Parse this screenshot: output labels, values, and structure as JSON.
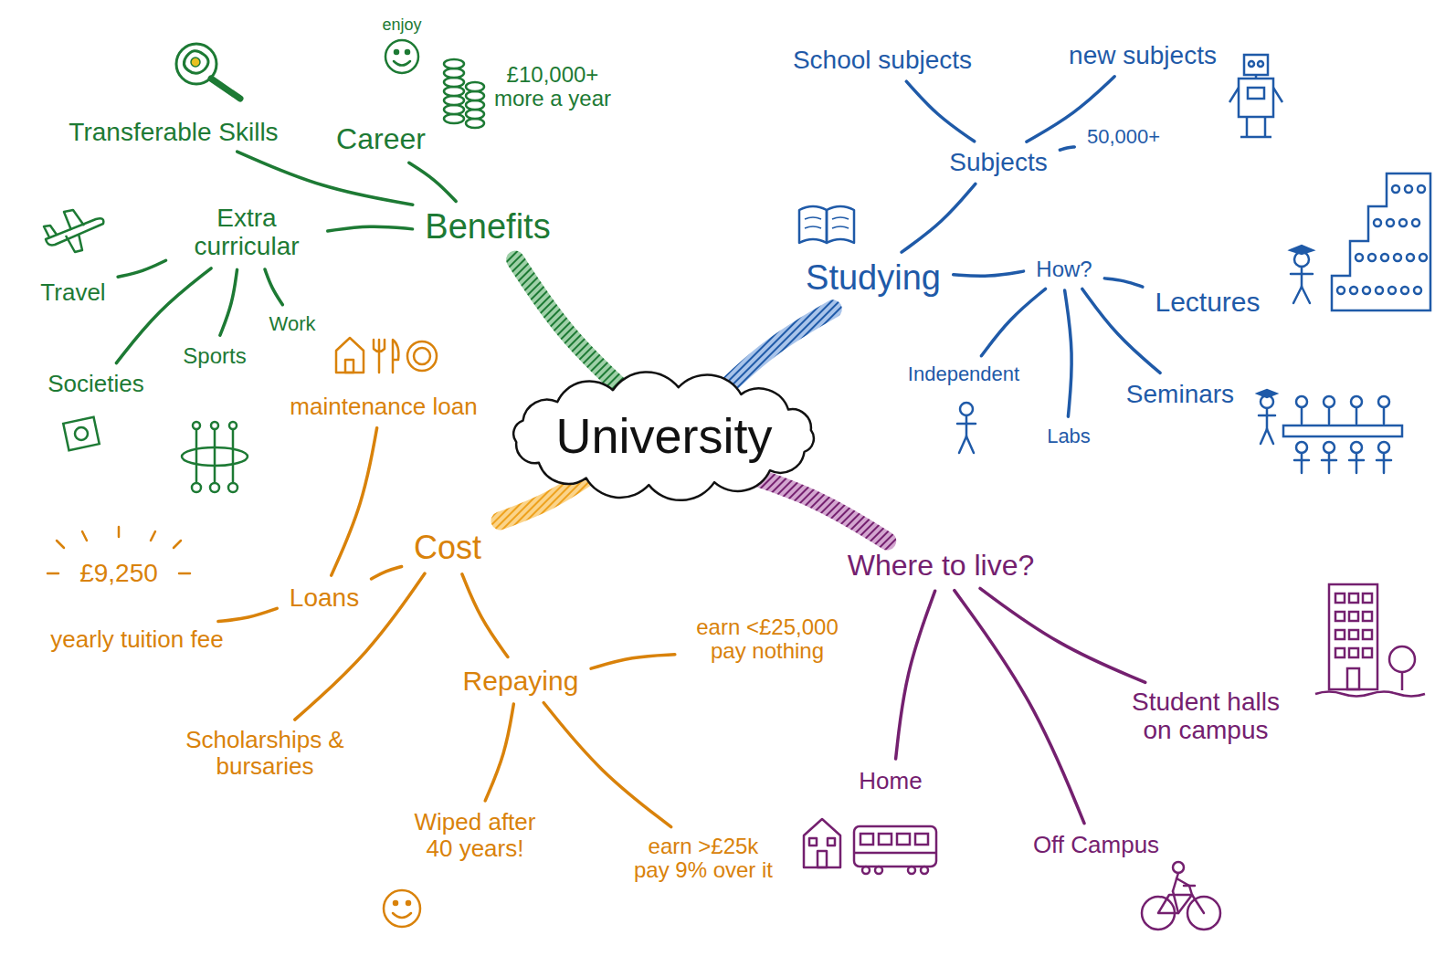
{
  "diagram": {
    "nodes": [
      {
        "text": [
          "University"
        ]
      },
      {
        "text": [
          "Benefits"
        ]
      },
      {
        "text": [
          "Career"
        ]
      },
      {
        "text": [
          "Transferable Skills"
        ]
      },
      {
        "text": [
          "Extra curricular"
        ]
      },
      {
        "text": [
          "Travel"
        ]
      },
      {
        "text": [
          "Societies"
        ]
      },
      {
        "text": [
          "Sports"
        ]
      },
      {
        "text": [
          "Work"
        ]
      },
      {
        "text": [
          "Studying"
        ]
      },
      {
        "text": [
          "Subjects"
        ]
      },
      {
        "text": [
          "School subjects"
        ]
      },
      {
        "text": [
          "new subjects"
        ]
      },
      {
        "text": [
          "50,000+"
        ]
      },
      {
        "text": [
          "How?"
        ]
      },
      {
        "text": [
          "Lectures"
        ]
      },
      {
        "text": [
          "Seminars"
        ]
      },
      {
        "text": [
          "Labs"
        ]
      },
      {
        "text": [
          "Independent"
        ]
      },
      {
        "text": [
          "Where to live?"
        ]
      },
      {
        "text": [
          "Student halls on campus"
        ]
      },
      {
        "text": [
          "Off Campus"
        ]
      },
      {
        "text": [
          "Home"
        ]
      },
      {
        "text": [
          "Cost"
        ]
      },
      {
        "text": [
          "Loans"
        ]
      },
      {
        "text": [
          "yearly tuition fee"
        ]
      },
      {
        "text": [
          "maintenance loan"
        ]
      },
      {
        "text": [
          "Scholarships & bursaries"
        ]
      },
      {
        "text": [
          "Repaying"
        ]
      },
      {
        "text": [
          "earn <£25,000 pay nothing"
        ]
      },
      {
        "text": [
          "earn >£25k pay 9% over it"
        ]
      },
      {
        "text": [
          "Wiped after 40 years!"
        ]
      }
    ],
    "edges": [
      {
        "from": 0,
        "to": 1,
        "arrow": "none"
      },
      {
        "from": 1,
        "to": 2,
        "arrow": "none"
      },
      {
        "from": 1,
        "to": 3,
        "arrow": "none"
      },
      {
        "from": 1,
        "to": 4,
        "arrow": "none"
      },
      {
        "from": 4,
        "to": 5,
        "arrow": "none"
      },
      {
        "from": 4,
        "to": 6,
        "arrow": "none"
      },
      {
        "from": 4,
        "to": 7,
        "arrow": "none"
      },
      {
        "from": 4,
        "to": 8,
        "arrow": "none"
      },
      {
        "from": 0,
        "to": 9,
        "arrow": "none"
      },
      {
        "from": 9,
        "to": 10,
        "arrow": "none"
      },
      {
        "from": 10,
        "to": 11,
        "arrow": "none"
      },
      {
        "from": 10,
        "to": 12,
        "arrow": "none"
      },
      {
        "from": 10,
        "to": 13,
        "arrow": "none"
      },
      {
        "from": 9,
        "to": 14,
        "arrow": "none"
      },
      {
        "from": 14,
        "to": 15,
        "arrow": "none"
      },
      {
        "from": 14,
        "to": 16,
        "arrow": "none"
      },
      {
        "from": 14,
        "to": 17,
        "arrow": "none"
      },
      {
        "from": 14,
        "to": 18,
        "arrow": "none"
      },
      {
        "from": 0,
        "to": 19,
        "arrow": "none"
      },
      {
        "from": 19,
        "to": 20,
        "arrow": "none"
      },
      {
        "from": 19,
        "to": 21,
        "arrow": "none"
      },
      {
        "from": 19,
        "to": 22,
        "arrow": "none"
      },
      {
        "from": 0,
        "to": 23,
        "arrow": "none"
      },
      {
        "from": 23,
        "to": 24,
        "arrow": "none"
      },
      {
        "from": 24,
        "to": 25,
        "arrow": "none"
      },
      {
        "from": 24,
        "to": 26,
        "arrow": "none"
      },
      {
        "from": 23,
        "to": 27,
        "arrow": "none"
      },
      {
        "from": 23,
        "to": 28,
        "arrow": "none"
      },
      {
        "from": 28,
        "to": 29,
        "arrow": "none"
      },
      {
        "from": 28,
        "to": 30,
        "arrow": "none"
      },
      {
        "from": 28,
        "to": 31,
        "arrow": "none"
      }
    ],
    "labels": [
      "enjoy",
      "£10,000+ more a year",
      "£9,250"
    ]
  }
}
